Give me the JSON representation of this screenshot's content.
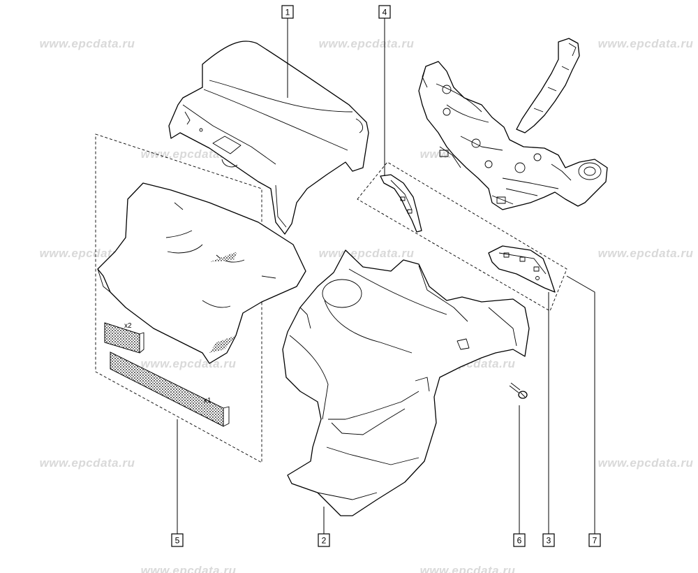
{
  "watermark": "www.epcdata.ru",
  "callouts": [
    {
      "id": "c1",
      "label": "1"
    },
    {
      "id": "c2",
      "label": "2"
    },
    {
      "id": "c3",
      "label": "3"
    },
    {
      "id": "c4",
      "label": "4"
    },
    {
      "id": "c5",
      "label": "5"
    },
    {
      "id": "c6",
      "label": "6"
    },
    {
      "id": "c7",
      "label": "7"
    }
  ],
  "quantities": {
    "pad_small": "x2",
    "pad_large": "x1"
  }
}
